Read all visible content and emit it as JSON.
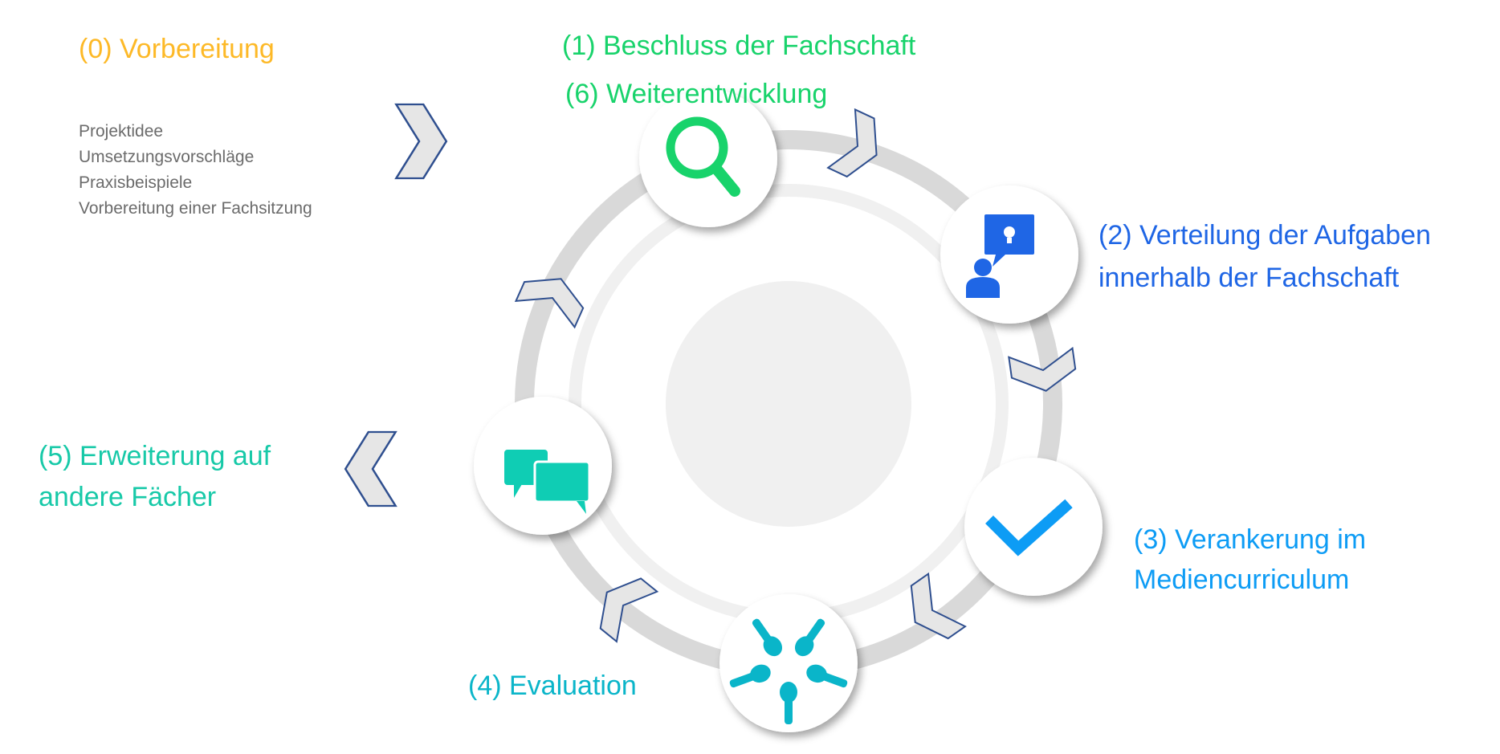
{
  "colors": {
    "step0": "#FDB927",
    "step1": "#18D36B",
    "step2": "#1F66E5",
    "step3": "#0D9CF5",
    "step4": "#0AB5C9",
    "step5": "#17C9A8",
    "ring_outer": "#D9D9D9",
    "ring_inner": "#F0F0F0",
    "chevron_fill": "#E6E6E6",
    "chevron_stroke": "#2F4F8F",
    "bullet_text": "#6B6B6B"
  },
  "step0": {
    "title": "(0) Vorbereitung",
    "items": [
      "Projektidee",
      "Umsetzungsvorschläge",
      "Praxisbeispiele",
      "Vorbereitung einer Fachsitzung"
    ]
  },
  "step1": {
    "title": "(1) Beschluss der Fachschaft",
    "icon": "search-icon"
  },
  "step6": {
    "title": "(6) Weiterentwicklung"
  },
  "step2": {
    "line1": "(2) Verteilung der Aufgaben",
    "line2": "innerhalb der Fachschaft",
    "icon": "person-idea-icon"
  },
  "step3": {
    "line1": "(3) Verankerung im",
    "line2": "Mediencurriculum",
    "icon": "checkmark-icon"
  },
  "step4": {
    "title": "(4) Evaluation",
    "icon": "hands-icon"
  },
  "step5": {
    "line1": "(5) Erweiterung auf",
    "line2": "andere Fächer",
    "icon": "chat-bubbles-icon"
  }
}
